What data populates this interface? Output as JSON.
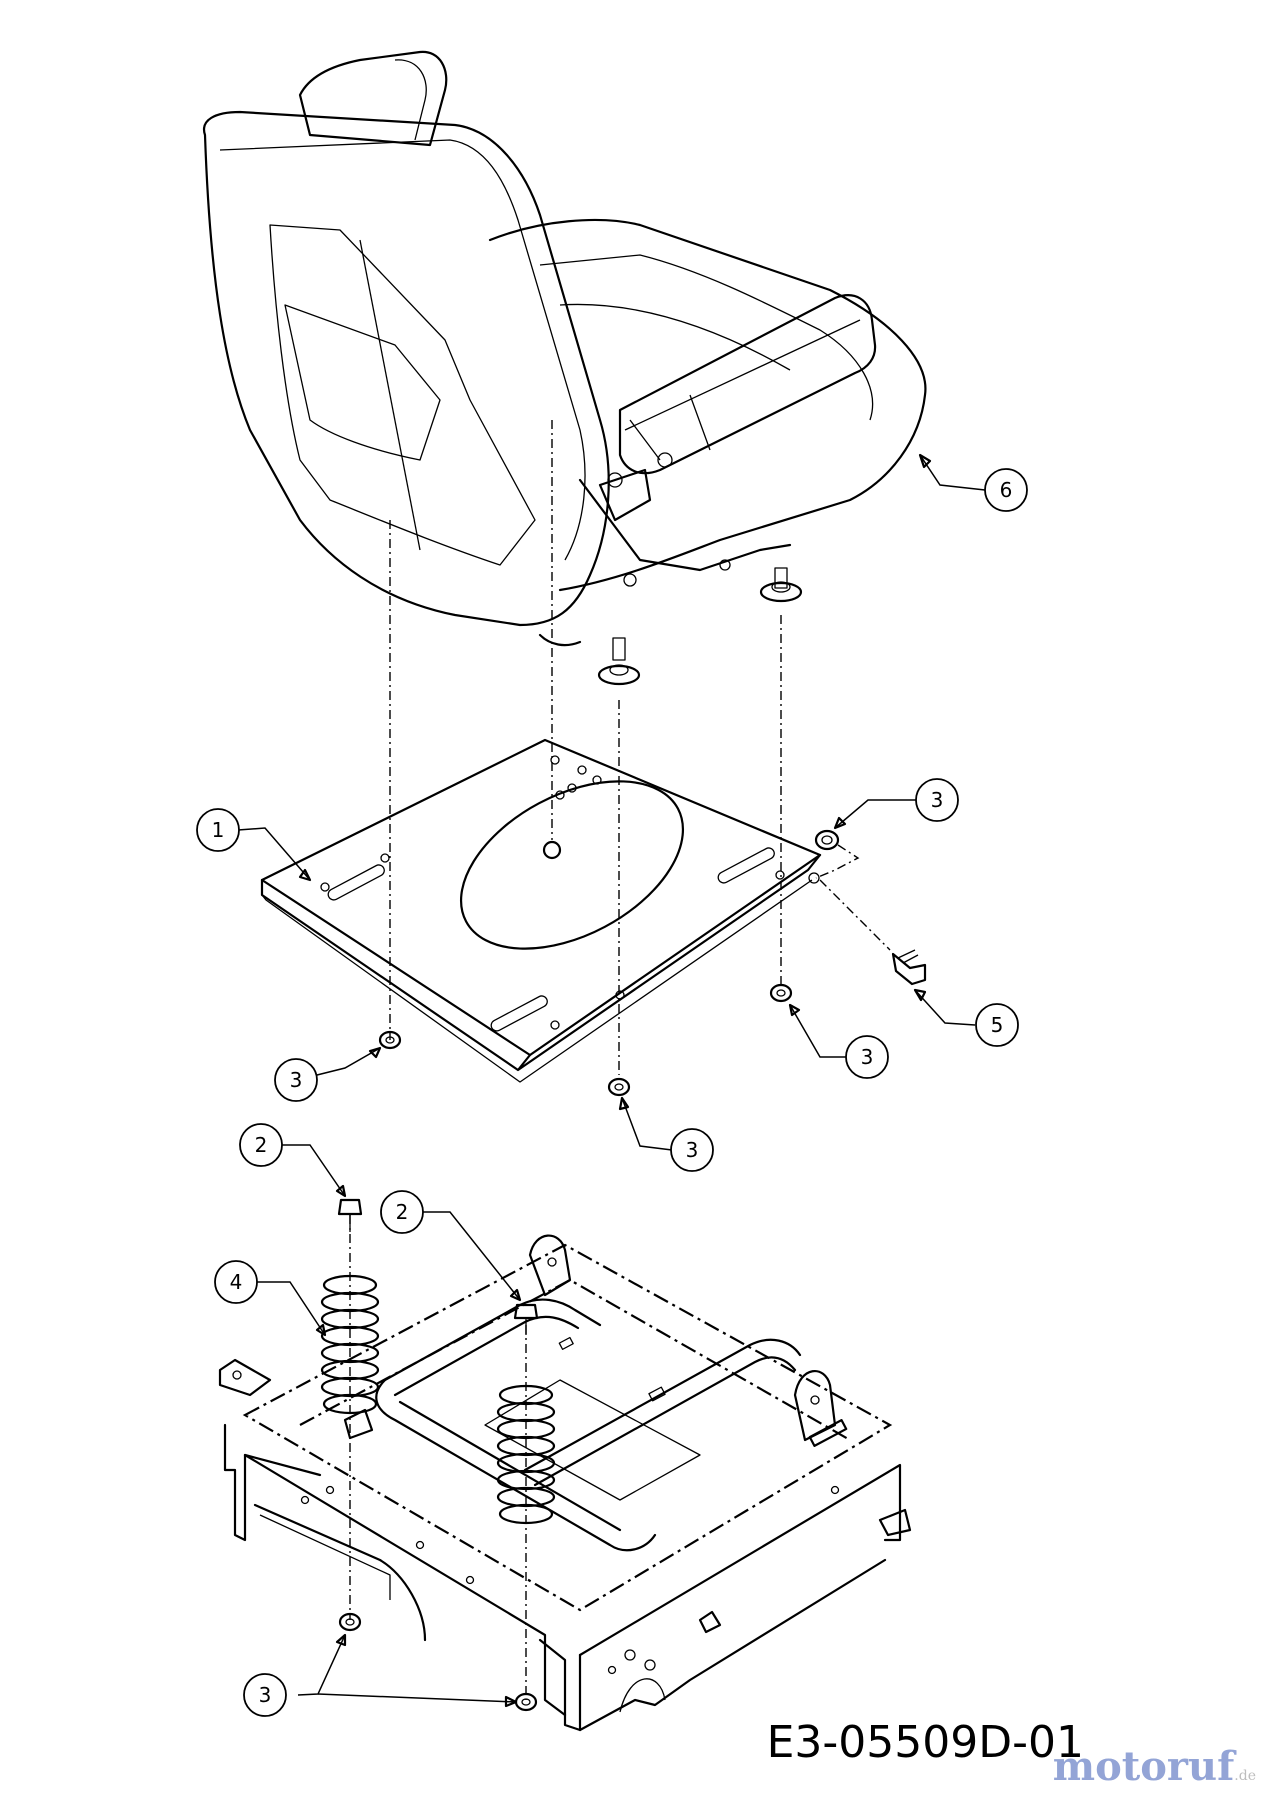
{
  "diagram_id": "E3-05509D-01",
  "watermark": {
    "text": "motoruf",
    "domain": ".de"
  },
  "callouts": [
    "6",
    "1",
    "3",
    "5",
    "3",
    "3",
    "3",
    "2",
    "2",
    "4",
    "3"
  ]
}
